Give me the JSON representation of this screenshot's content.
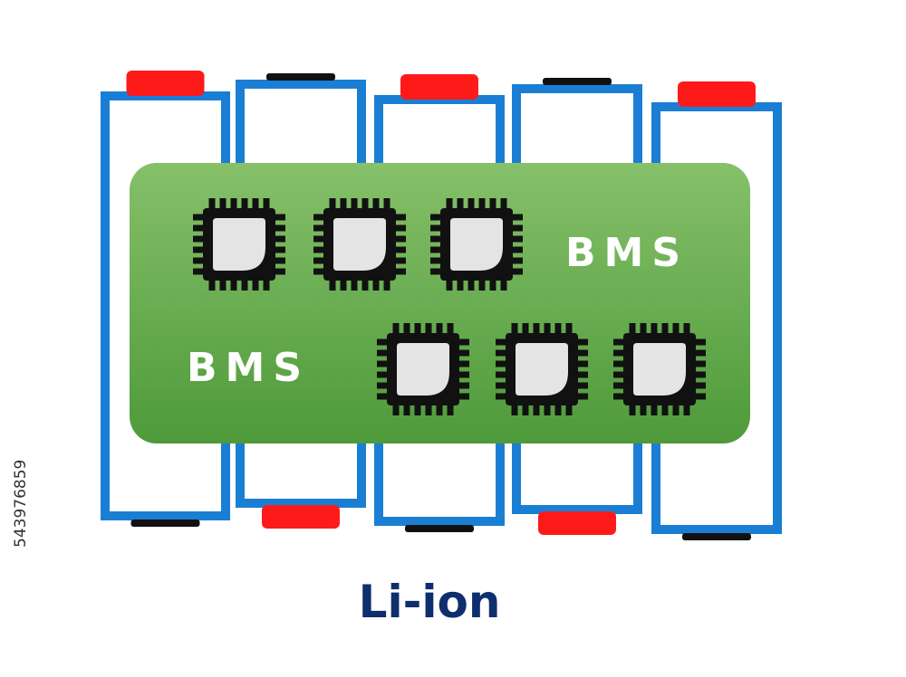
{
  "diagram": {
    "board_label_top": "BMS",
    "board_label_bottom": "BMS",
    "caption": "Li-ion",
    "stock_id": "543976859"
  },
  "cells": [
    {
      "top_terminal": "positive",
      "bottom_terminal": "negative"
    },
    {
      "top_terminal": "negative",
      "bottom_terminal": "positive"
    },
    {
      "top_terminal": "positive",
      "bottom_terminal": "negative"
    },
    {
      "top_terminal": "negative",
      "bottom_terminal": "positive"
    },
    {
      "top_terminal": "positive",
      "bottom_terminal": "negative"
    }
  ],
  "colors": {
    "cell_outline": "#1a7fd4",
    "positive_terminal": "#ff1a1a",
    "negative_terminal": "#111111",
    "board_fill_top": "#86c06a",
    "board_fill_bottom": "#4e9a3a",
    "chip_body": "#111111",
    "chip_core": "#e4e4e4",
    "caption": "#0e2f6e"
  }
}
